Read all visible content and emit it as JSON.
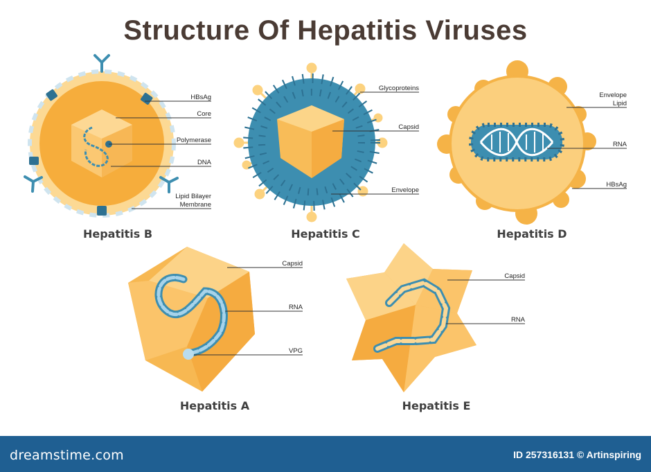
{
  "title": "Structure Of Hepatitis Viruses",
  "viruses": {
    "b": {
      "name": "Hepatitis B",
      "parts": [
        "HBsAg",
        "Core",
        "Polymerase",
        "DNA",
        "Lipid Bilayer",
        "Membrane"
      ]
    },
    "c": {
      "name": "Hepatitis C",
      "parts": [
        "Glycoproteins",
        "Capsid",
        "Envelope"
      ]
    },
    "d": {
      "name": "Hepatitis D",
      "parts": [
        "Envelope",
        "Lipid",
        "RNA",
        "HBsAg"
      ]
    },
    "a": {
      "name": "Hepatitis A",
      "parts": [
        "Capsid",
        "RNA",
        "VPG"
      ]
    },
    "e": {
      "name": "Hepatitis E",
      "parts": [
        "Capsid",
        "RNA"
      ]
    }
  },
  "footer": {
    "brand": "dreamstime.com",
    "credit": "ID 257316131 © Artinspiring"
  },
  "colors": {
    "orange": "#f5b347",
    "light_orange": "#fcd27f",
    "blue": "#3d8eb0",
    "dark_blue": "#2d7192",
    "footer_blue": "#1f5f92",
    "title": "#4a3b34"
  }
}
